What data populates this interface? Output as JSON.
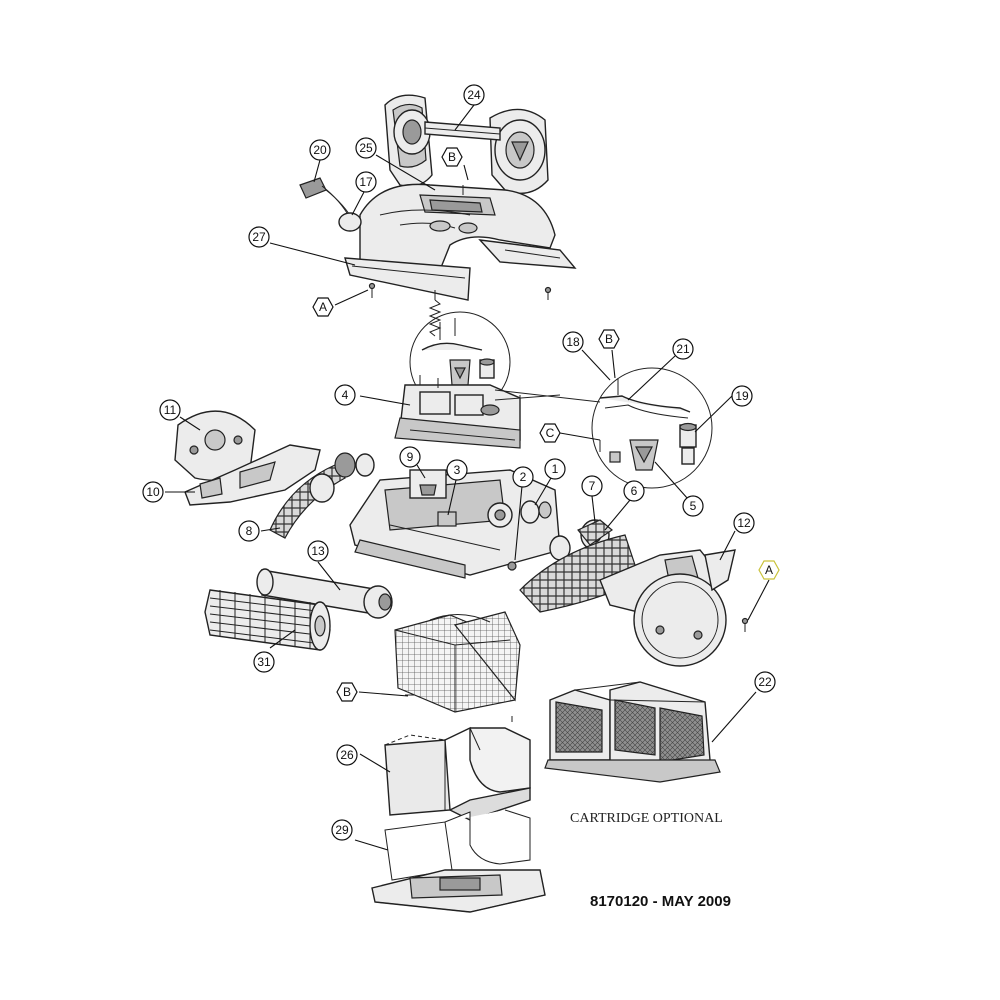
{
  "callouts": [
    {
      "id": "24",
      "shape": "circle"
    },
    {
      "id": "25",
      "shape": "circle"
    },
    {
      "id": "B",
      "shape": "hex"
    },
    {
      "id": "20",
      "shape": "circle"
    },
    {
      "id": "17",
      "shape": "circle"
    },
    {
      "id": "27",
      "shape": "circle"
    },
    {
      "id": "A",
      "shape": "hex"
    },
    {
      "id": "18",
      "shape": "circle"
    },
    {
      "id": "B",
      "shape": "hex"
    },
    {
      "id": "21",
      "shape": "circle"
    },
    {
      "id": "19",
      "shape": "circle"
    },
    {
      "id": "4",
      "shape": "circle"
    },
    {
      "id": "C",
      "shape": "hex"
    },
    {
      "id": "11",
      "shape": "circle"
    },
    {
      "id": "10",
      "shape": "circle"
    },
    {
      "id": "9",
      "shape": "circle"
    },
    {
      "id": "3",
      "shape": "circle"
    },
    {
      "id": "2",
      "shape": "circle"
    },
    {
      "id": "1",
      "shape": "circle"
    },
    {
      "id": "7",
      "shape": "circle"
    },
    {
      "id": "6",
      "shape": "circle"
    },
    {
      "id": "5",
      "shape": "circle"
    },
    {
      "id": "8",
      "shape": "circle"
    },
    {
      "id": "12",
      "shape": "circle"
    },
    {
      "id": "A",
      "shape": "hex",
      "highlight": true
    },
    {
      "id": "13",
      "shape": "circle"
    },
    {
      "id": "31",
      "shape": "circle"
    },
    {
      "id": "B",
      "shape": "hex"
    },
    {
      "id": "22",
      "shape": "circle"
    },
    {
      "id": "26",
      "shape": "circle"
    },
    {
      "id": "29",
      "shape": "circle"
    }
  ],
  "notes": {
    "cartridge": "CARTRIDGE OPTIONAL",
    "document_code": "8170120 - MAY 2009"
  }
}
